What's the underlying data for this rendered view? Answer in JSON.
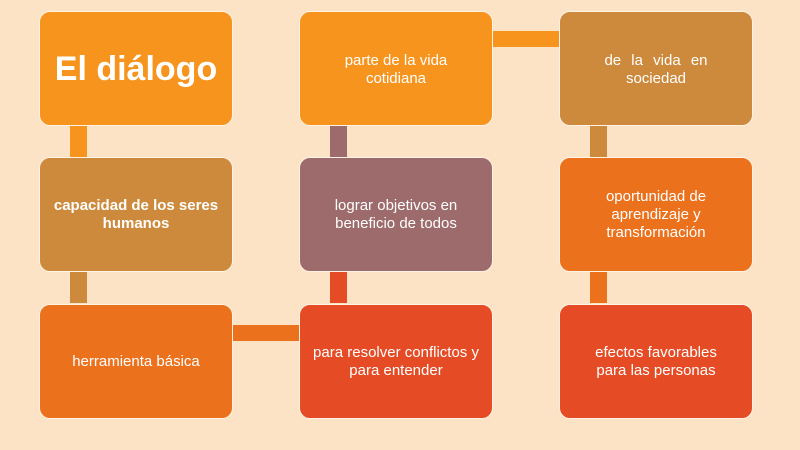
{
  "colors": {
    "background": "#FCE3C6",
    "orange": "#F7941D",
    "tan": "#CE8A3C",
    "dark_orange": "#EC711C",
    "mauve": "#9D6B6B",
    "red_orange": "#E54B25"
  },
  "nodes": {
    "title": "El diálogo",
    "capacidad": "capacidad de los seres humanos",
    "herramienta": "herramienta básica",
    "resolver": "para resolver conflictos y para entender",
    "lograr": "lograr objetivos en beneficio de todos",
    "parte": "parte de la vida cotidiana",
    "sociedad": "de la vida en sociedad",
    "oportunidad": "oportunidad de aprendizaje y transformación",
    "efectos": "efectos favorables para las personas"
  }
}
